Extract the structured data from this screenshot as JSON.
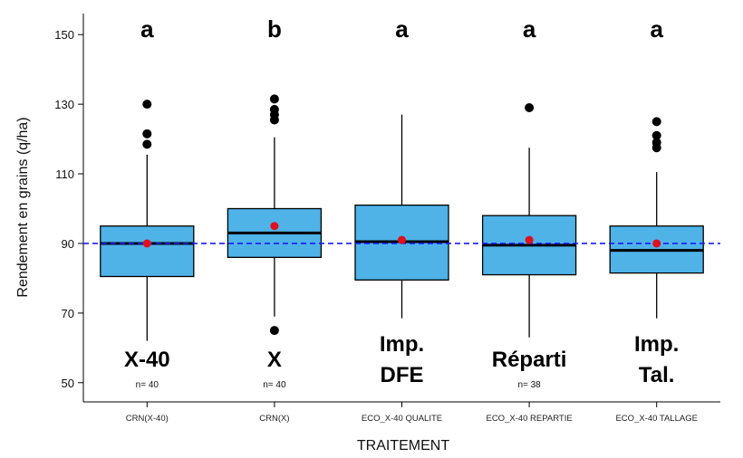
{
  "chart_data": {
    "type": "box",
    "xlabel": "TRAITEMENT",
    "ylabel": "Rendement en grains (q/ha)",
    "ylim": [
      45,
      155
    ],
    "yticks": [
      50,
      70,
      90,
      110,
      130,
      150
    ],
    "reference_line": {
      "y": 90,
      "style": "dashed",
      "color": "#1a1aff"
    },
    "box_color": "#4fb3e8",
    "mean_color": "#e0101e",
    "categories": [
      "CRN(X-40)",
      "CRN(X)",
      "ECO_X-40 QUALITE",
      "ECO_X-40 REPARTIE",
      "ECO_X-40 TALLAGE"
    ],
    "boxes": [
      {
        "category": "CRN(X-40)",
        "whisker_low": 62,
        "q1": 80.5,
        "median": 90,
        "q3": 95,
        "whisker_high": 115.5,
        "mean": 90,
        "outliers": [
          118.5,
          121.5,
          130
        ],
        "letter": "a",
        "annotation": [
          "X-40"
        ],
        "n_label": "n= 40"
      },
      {
        "category": "CRN(X)",
        "whisker_low": 69,
        "q1": 86,
        "median": 93,
        "q3": 100,
        "whisker_high": 120.5,
        "mean": 95,
        "outliers": [
          65,
          125.5,
          127,
          128.5,
          131.5
        ],
        "letter": "b",
        "annotation": [
          "X"
        ],
        "n_label": "n= 40"
      },
      {
        "category": "ECO_X-40 QUALITE",
        "whisker_low": 68.5,
        "q1": 79.5,
        "median": 90.5,
        "q3": 101,
        "whisker_high": 127,
        "mean": 91,
        "outliers": [],
        "letter": "a",
        "annotation": [
          "Imp.",
          "DFE"
        ],
        "n_label": ""
      },
      {
        "category": "ECO_X-40 REPARTIE",
        "whisker_low": 63,
        "q1": 81,
        "median": 89.5,
        "q3": 98,
        "whisker_high": 117.5,
        "mean": 91,
        "outliers": [
          129
        ],
        "letter": "a",
        "annotation": [
          "Réparti"
        ],
        "n_label": "n= 38"
      },
      {
        "category": "ECO_X-40 TALLAGE",
        "whisker_low": 68.5,
        "q1": 81.5,
        "median": 88,
        "q3": 95,
        "whisker_high": 110.5,
        "mean": 90,
        "outliers": [
          117.5,
          119,
          121,
          125
        ],
        "letter": "a",
        "annotation": [
          "Imp.",
          "Tal."
        ],
        "n_label": ""
      }
    ]
  }
}
